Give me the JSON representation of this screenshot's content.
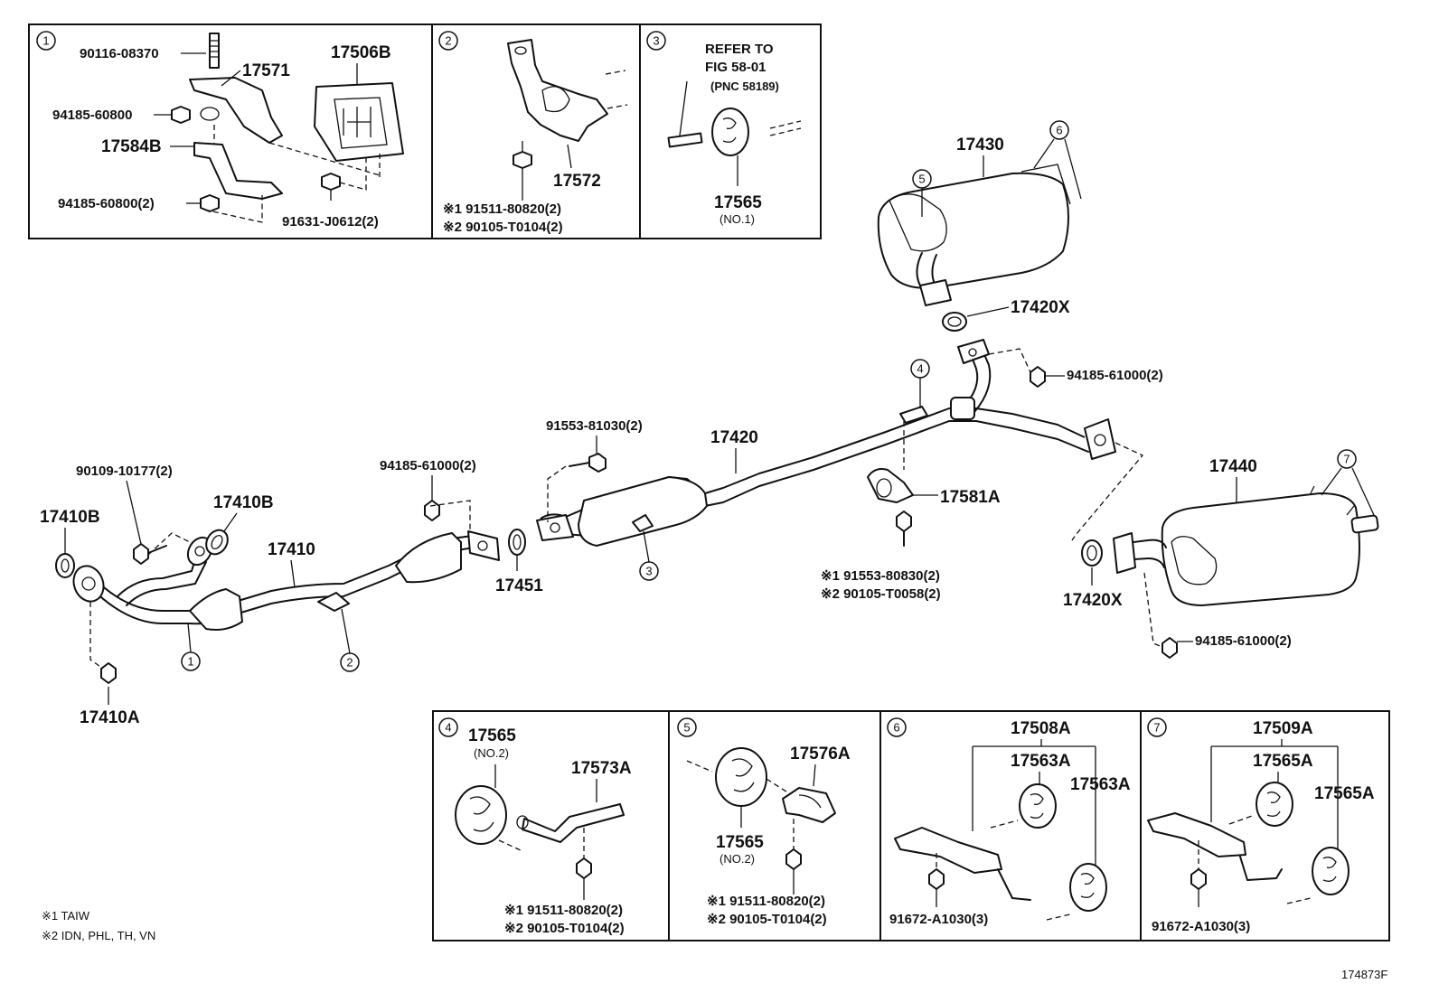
{
  "callouts": {
    "c1": "1",
    "c2": "2",
    "c3": "3",
    "c4": "4",
    "c5": "5",
    "c6": "6",
    "c7": "7"
  },
  "box1": {
    "p_90116_08370": "90116-08370",
    "p_17571": "17571",
    "p_17506B": "17506B",
    "p_94185_60800": "94185-60800",
    "p_17584B": "17584B",
    "p_94185_60800_2": "94185-60800(2)",
    "p_91631_J0612_2": "91631-J0612(2)"
  },
  "box2": {
    "p_17572": "17572",
    "n1": "※1 91511-80820(2)",
    "n2": "※2 90105-T0104(2)"
  },
  "box3": {
    "refer1": "REFER TO",
    "refer2": "FIG 58-01",
    "refer3": "(PNC 58189)",
    "p_17565": "17565",
    "no1": "(NO.1)"
  },
  "main": {
    "p_17430": "17430",
    "p_17420X_top": "17420X",
    "p_94185_61000_a": "94185-61000(2)",
    "p_91553_81030": "91553-81030(2)",
    "p_17420": "17420",
    "p_94185_61000_b": "94185-61000(2)",
    "p_90109_10177": "90109-10177(2)",
    "p_17410B_left": "17410B",
    "p_17410B_right": "17410B",
    "p_17410": "17410",
    "p_17451": "17451",
    "p_17581A": "17581A",
    "n_17581A_1": "※1 91553-80830(2)",
    "n_17581A_2": "※2 90105-T0058(2)",
    "p_17440": "17440",
    "p_17420X_bottom": "17420X",
    "p_94185_61000_c": "94185-61000(2)",
    "p_17410A": "17410A"
  },
  "box4": {
    "p_17565": "17565",
    "no2": "(NO.2)",
    "p_17573A": "17573A",
    "n1": "※1 91511-80820(2)",
    "n2": "※2 90105-T0104(2)"
  },
  "box5": {
    "p_17576A": "17576A",
    "p_17565": "17565",
    "no2": "(NO.2)",
    "n1": "※1 91511-80820(2)",
    "n2": "※2 90105-T0104(2)"
  },
  "box6": {
    "p_17508A": "17508A",
    "p_17563A_a": "17563A",
    "p_17563A_b": "17563A",
    "p_91672": "91672-A1030(3)"
  },
  "box7": {
    "p_17509A": "17509A",
    "p_17565A_a": "17565A",
    "p_17565A_b": "17565A",
    "p_91672": "91672-A1030(3)"
  },
  "legend": {
    "l1": "※1  TAIW",
    "l2": "※2  IDN, PHL, TH, VN"
  },
  "figure_code": "174873F"
}
